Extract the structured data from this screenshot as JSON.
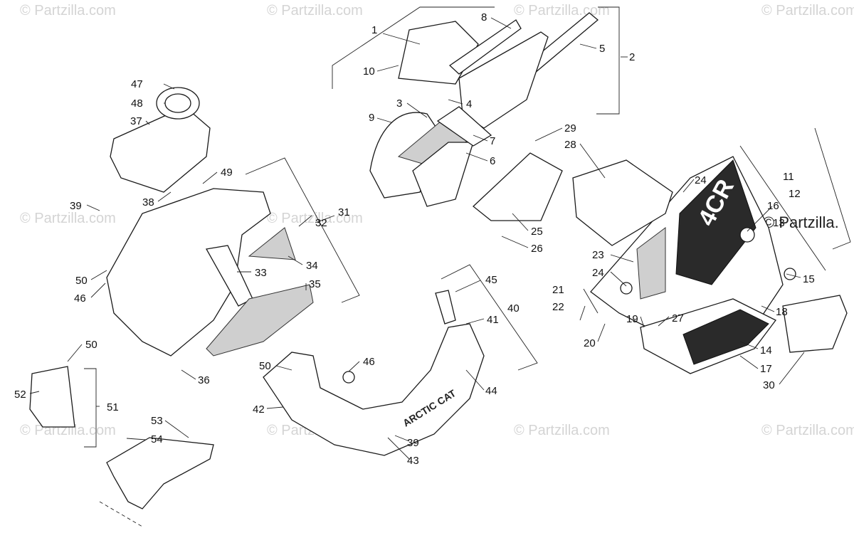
{
  "watermark": "© Partzilla.com",
  "watermark_partial": "© Partzilla.",
  "decal_text": [
    "4CR",
    "ARCTIC CAT"
  ],
  "callouts": [
    "1",
    "2",
    "3",
    "4",
    "5",
    "6",
    "7",
    "8",
    "9",
    "10",
    "11",
    "12",
    "13",
    "14",
    "15",
    "16",
    "17",
    "18",
    "19",
    "20",
    "21",
    "22",
    "23",
    "24",
    "24",
    "25",
    "26",
    "27",
    "28",
    "29",
    "30",
    "31",
    "32",
    "33",
    "34",
    "35",
    "36",
    "37",
    "38",
    "39",
    "39",
    "40",
    "41",
    "42",
    "43",
    "44",
    "45",
    "46",
    "46",
    "47",
    "48",
    "49",
    "50",
    "50",
    "50",
    "50",
    "51",
    "52",
    "53",
    "54"
  ]
}
